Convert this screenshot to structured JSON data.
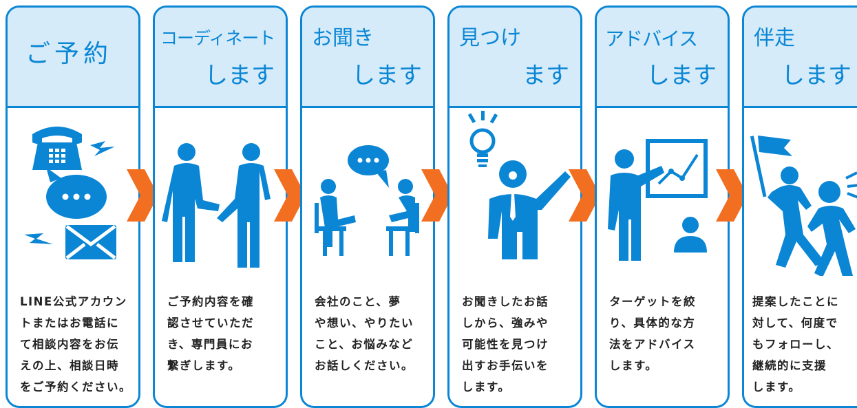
{
  "colors": {
    "primary": "#0a86d5",
    "header_bg": "#d5ebf9",
    "arrow": "#f26f21"
  },
  "steps": [
    {
      "title": "ご予約",
      "subtitle": "",
      "icon": "phone-chat-mail-icon",
      "lines": [
        "LINE公式アカウン",
        "トまたはお電話に",
        "て相談内容をお伝",
        "えの上、相談日時",
        "をご予約ください。"
      ]
    },
    {
      "title": "コーディネート",
      "subtitle": "します",
      "icon": "handshake-icon",
      "lines": [
        "ご予約内容を確",
        "認させていただ",
        "き、専門員にお",
        "繋ぎします。"
      ]
    },
    {
      "title": "お聞き",
      "subtitle": "します",
      "icon": "meeting-talk-icon",
      "lines": [
        "会社のこと、夢",
        "や想い、やりたい",
        "こと、お悩みなど",
        "お話しください。"
      ]
    },
    {
      "title": "見つけ",
      "subtitle": "ます",
      "icon": "lightbulb-person-icon",
      "lines": [
        "お聞きしたお話",
        "しから、強みや",
        "可能性を見つけ",
        "出すお手伝いを",
        "します。"
      ]
    },
    {
      "title": "アドバイス",
      "subtitle": "します",
      "icon": "presentation-board-icon",
      "lines": [
        "ターゲットを絞",
        "り、具体的な方",
        "法をアドバイス",
        "します。"
      ]
    },
    {
      "title": "伴走",
      "subtitle": "します",
      "icon": "running-flag-icon",
      "lines": [
        "提案したことに",
        "対して、何度で",
        "もフォローし、",
        "継続的に支援",
        "します。"
      ]
    }
  ]
}
